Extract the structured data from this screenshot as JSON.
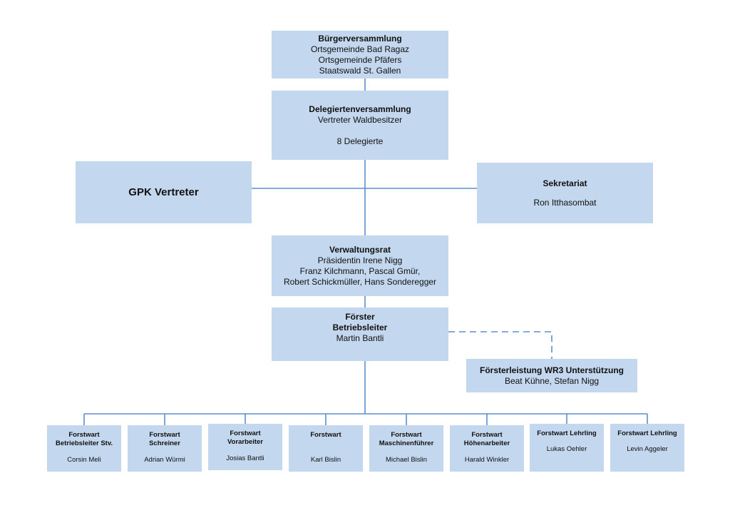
{
  "buerger": {
    "title": "Bürgerversammlung",
    "lines": [
      "Ortsgemeinde Bad Ragaz",
      "Ortsgemeinde Pfäfers",
      "Staatswald St. Gallen"
    ]
  },
  "delegierte": {
    "title": "Delegiertenversammlung",
    "line1": "Vertreter Waldbesitzer",
    "line2": "8 Delegierte"
  },
  "gpk": {
    "title": "GPK Vertreter"
  },
  "sekretariat": {
    "title": "Sekretariat",
    "name": "Ron Itthasombat"
  },
  "verwaltungsrat": {
    "title": "Verwaltungsrat",
    "lines": [
      "Präsidentin Irene Nigg",
      "Franz Kilchmann, Pascal Gmür,",
      "Robert Schickmüller, Hans Sonderegger"
    ]
  },
  "foerster": {
    "title1": "Förster",
    "title2": "Betriebsleiter",
    "name": "Martin Bantli"
  },
  "wr3": {
    "title": "Försterleistung WR3 Unterstützung",
    "names": "Beat Kühne, Stefan Nigg"
  },
  "staff": [
    {
      "role1": "Forstwart",
      "role2": "Betriebsleiter Stv.",
      "name": "Corsin Meli"
    },
    {
      "role1": "Forstwart",
      "role2": "Schreiner",
      "name": "Adrian Würmi"
    },
    {
      "role1": "Forstwart",
      "role2": "Vorarbeiter",
      "name": "Josias Bantli"
    },
    {
      "role1": "Forstwart",
      "role2": "",
      "name": "Karl Bislin"
    },
    {
      "role1": "Forstwart",
      "role2": "Maschinenführer",
      "name": "Michael Bislin"
    },
    {
      "role1": "Forstwart",
      "role2": "Höhenarbeiter",
      "name": "Harald Winkler"
    },
    {
      "role1": "Forstwart Lehrling",
      "role2": "",
      "name": "Lukas Oehler"
    },
    {
      "role1": "Forstwart Lehrling",
      "role2": "",
      "name": "Levin Aggeler"
    }
  ]
}
